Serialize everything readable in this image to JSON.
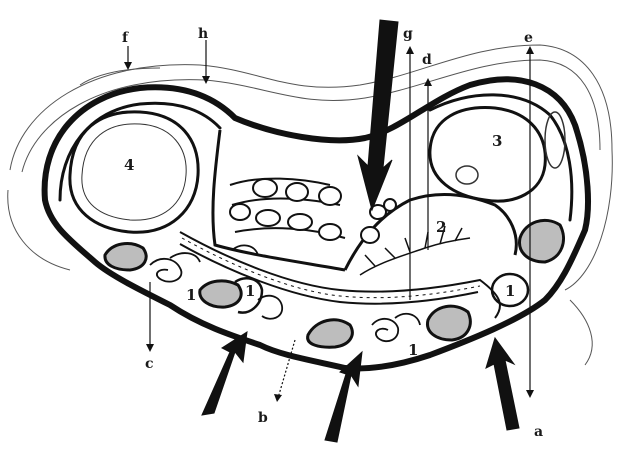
{
  "figure": {
    "pointer_labels": {
      "a": "a",
      "b": "b",
      "c": "c",
      "d": "d",
      "e": "e",
      "f": "f",
      "g": "g",
      "h": "h"
    },
    "region_numbers": {
      "one_left": "1",
      "one_left_b": "1",
      "one_bottom": "1",
      "one_right": "1",
      "two": "2",
      "three": "3",
      "four": "4"
    },
    "colors": {
      "ink": "#111111",
      "paper": "#ffffff",
      "sketch": "#555555"
    }
  }
}
